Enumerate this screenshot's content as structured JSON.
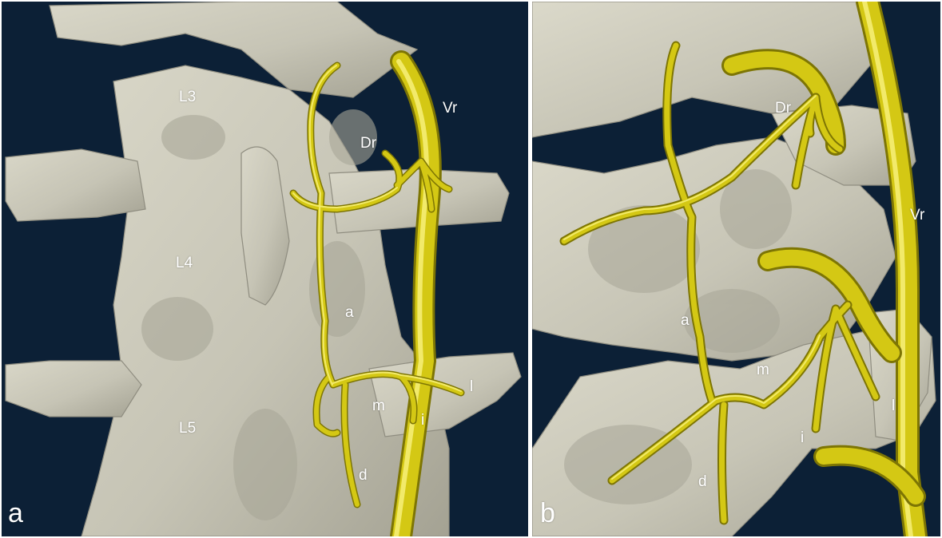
{
  "colors": {
    "background": "#0c2036",
    "bone_fill": "#c9c7b8",
    "bone_shade": "#a9a798",
    "bone_light": "#dddbcd",
    "nerve": "#d4c814",
    "nerve_highlight": "#f2ea6a",
    "nerve_shadow": "#8e8505",
    "label": "#ffffff"
  },
  "panel_a": {
    "panel_label": "a",
    "labels": {
      "l3": "L3",
      "l4": "L4",
      "l5": "L5",
      "vr": "Vr",
      "dr": "Dr",
      "a": "a",
      "m": "m",
      "i": "i",
      "l": "l",
      "d": "d"
    }
  },
  "panel_b": {
    "panel_label": "b",
    "labels": {
      "dr": "Dr",
      "vr": "Vr",
      "a": "a",
      "m": "m",
      "i": "i",
      "l": "l",
      "d": "d"
    }
  }
}
